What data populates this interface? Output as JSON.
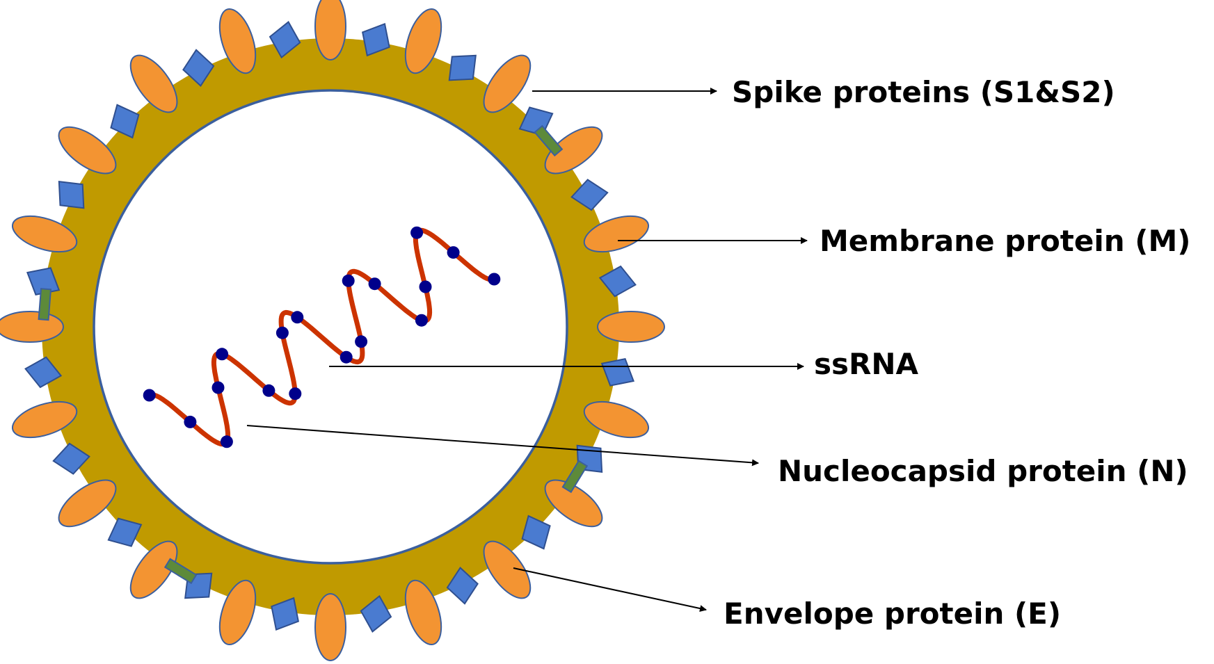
{
  "labels": {
    "spike": "Spike proteins (S1&S2)",
    "membrane": "Membrane protein (M)",
    "ssrna": "ssRNA",
    "nucleocapsid": "Nucleocapsid protein (N)",
    "envelope": "Envelope protein (E)"
  },
  "colors": {
    "envelope_layer": "#c09a00",
    "inner_outline": "#3b5f9e",
    "spike": "#f39432",
    "membrane_protein": "#4a7bd0",
    "envelope_protein": "#5d8a3a",
    "rna_strand": "#cc3300",
    "nucleocapsid_dot": "#00008b",
    "arrow": "#000000"
  },
  "icons": {
    "spike": "orange-ellipse",
    "membrane_protein": "blue-diamond",
    "envelope_protein": "green-rectangle",
    "nucleocapsid": "navy-dot"
  }
}
